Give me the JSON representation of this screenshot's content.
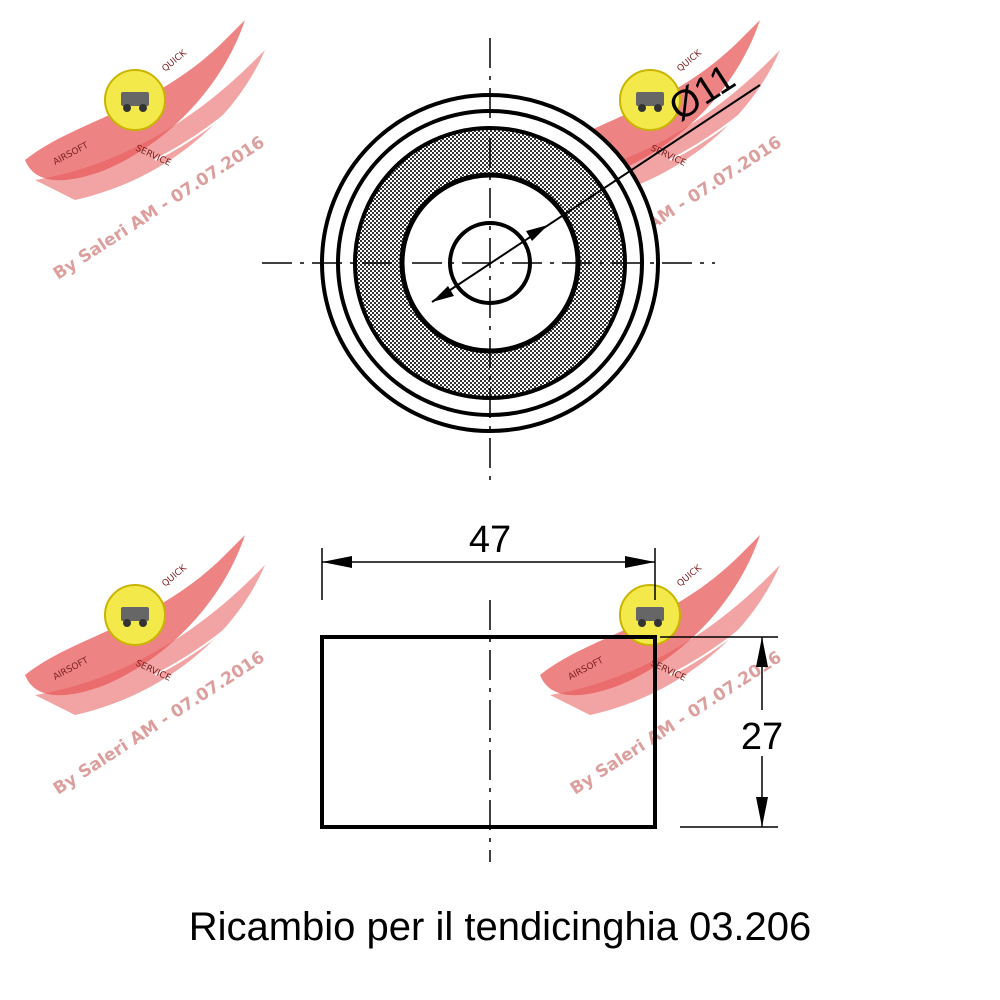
{
  "drawing": {
    "dimensions": {
      "bore_diameter": "Ø11",
      "outer_diameter": "47",
      "width": "27"
    }
  },
  "caption": "Ricambio per il tendicinghia 03.206",
  "watermark": {
    "text": "By Saleri AM - 07.07.2016",
    "logo_word_left": "AIRSOFT",
    "logo_word_right": "SERVICE",
    "logo_word_top": "QUICK",
    "color": "#e85a5a"
  }
}
